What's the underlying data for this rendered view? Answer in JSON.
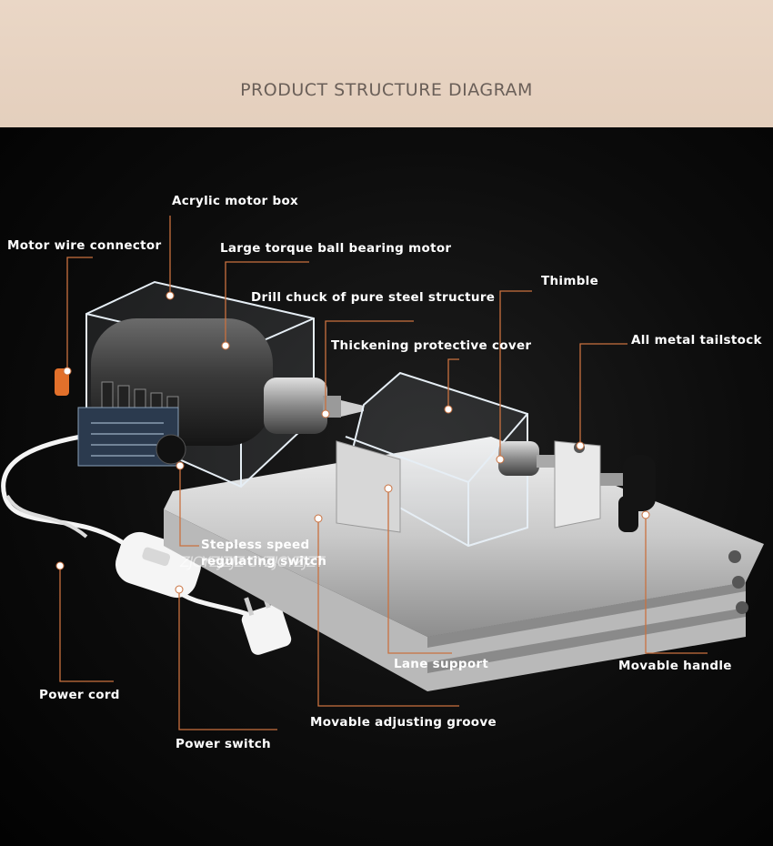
{
  "header": {
    "title": "PRODUCT STRUCTURE DIAGRAM"
  },
  "watermark": "ZJCYZJZJZ CYZJCYZJZT",
  "labels": {
    "acrylic_motor_box": "Acrylic motor box",
    "motor_wire_connector": "Motor wire connector",
    "large_torque_motor": "Large torque ball bearing motor",
    "drill_chuck": "Drill chuck of pure steel structure",
    "thimble": "Thimble",
    "thickening_cover": "Thickening protective cover",
    "all_metal_tailstock": "All metal tailstock",
    "stepless_speed_switch": "Stepless speed\nregulating switch",
    "lane_support": "Lane support",
    "movable_handle": "Movable handle",
    "power_cord": "Power cord",
    "movable_adjusting_groove": "Movable adjusting groove",
    "power_switch": "Power switch"
  },
  "colors": {
    "header_bg": "#e8d5c4",
    "header_text": "#6a5f58",
    "leader_line": "#c9713f",
    "label_text": "#ffffff",
    "background": "#050505"
  }
}
